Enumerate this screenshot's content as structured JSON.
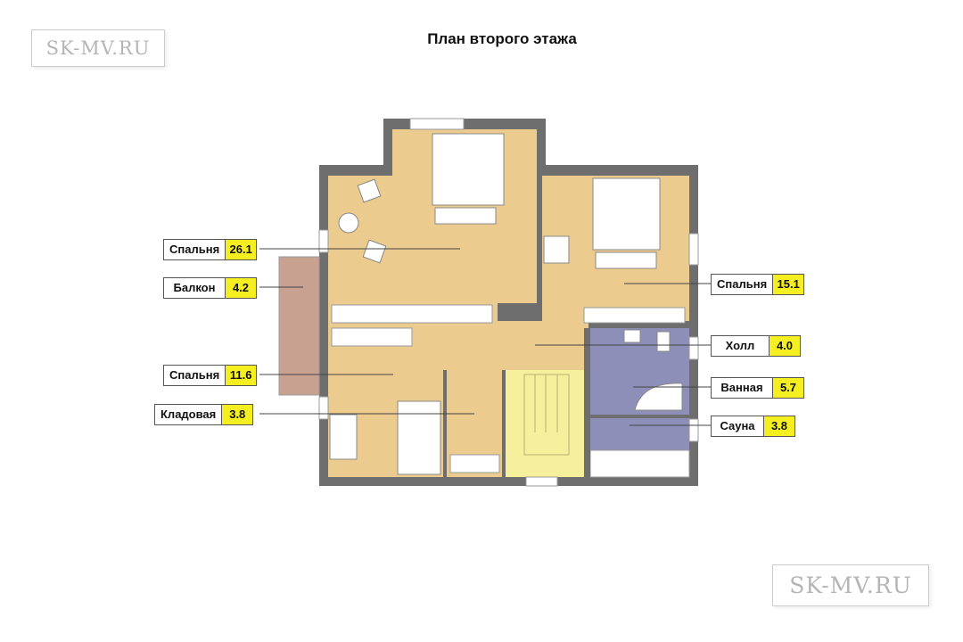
{
  "title": "План второго этажа",
  "watermark": "SK-MV.RU",
  "rooms": [
    {
      "name": "Спальня",
      "area": "26.1"
    },
    {
      "name": "Балкон",
      "area": "4.2"
    },
    {
      "name": "Спальня",
      "area": "11.6"
    },
    {
      "name": "Кладовая",
      "area": "3.8"
    },
    {
      "name": "Спальня",
      "area": "15.1"
    },
    {
      "name": "Холл",
      "area": "4.0"
    },
    {
      "name": "Ванная",
      "area": "5.7"
    },
    {
      "name": "Сауна",
      "area": "3.8"
    }
  ],
  "colors": {
    "wall": "#6e6e6e",
    "wood": "#ebcb8e",
    "stairs": "#f6f09c",
    "bath": "#8e8fb9",
    "balcony": "#c8a190",
    "label_value": "#f5ee20"
  }
}
